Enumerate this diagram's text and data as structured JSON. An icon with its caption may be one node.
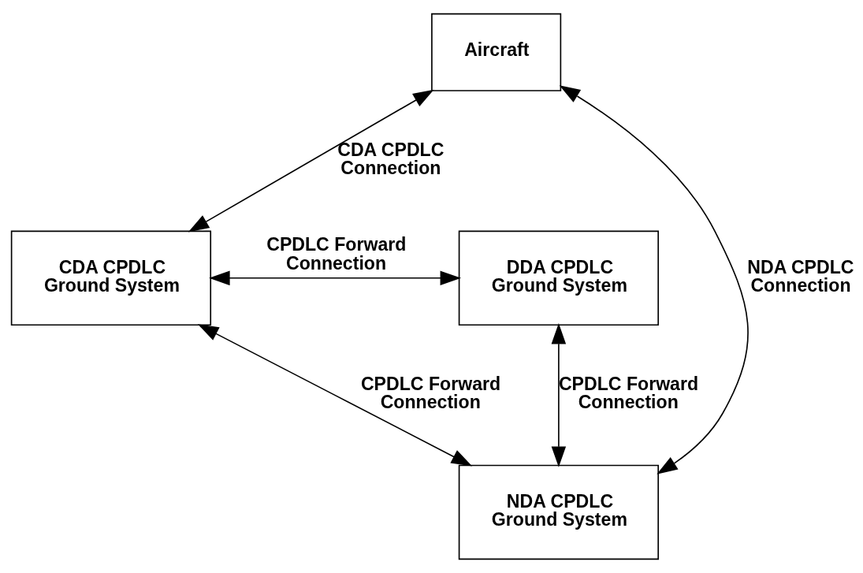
{
  "diagram": {
    "nodes": [
      {
        "text": [
          "Aircraft"
        ]
      },
      {
        "text": [
          "NDA CPDLC Ground System"
        ]
      },
      {
        "text": [
          "CDA CPDLC Ground System"
        ]
      },
      {
        "text": [
          "DDA CPDLC Ground System"
        ]
      }
    ],
    "edges": [
      {
        "from": 0,
        "to": 2,
        "arrow": "both",
        "label": "CDA CPDLC Connection"
      },
      {
        "from": 0,
        "to": 1,
        "arrow": "both",
        "label": "NDA CPDLC Connection"
      },
      {
        "from": 2,
        "to": 1,
        "arrow": "both",
        "label": "CPDLC Forward Connection"
      },
      {
        "from": 1,
        "to": 3,
        "arrow": "both",
        "label": "CPDLC Forward Connection"
      },
      {
        "from": 2,
        "to": 3,
        "arrow": "both",
        "label": "CPDLC Forward Connection"
      }
    ]
  }
}
